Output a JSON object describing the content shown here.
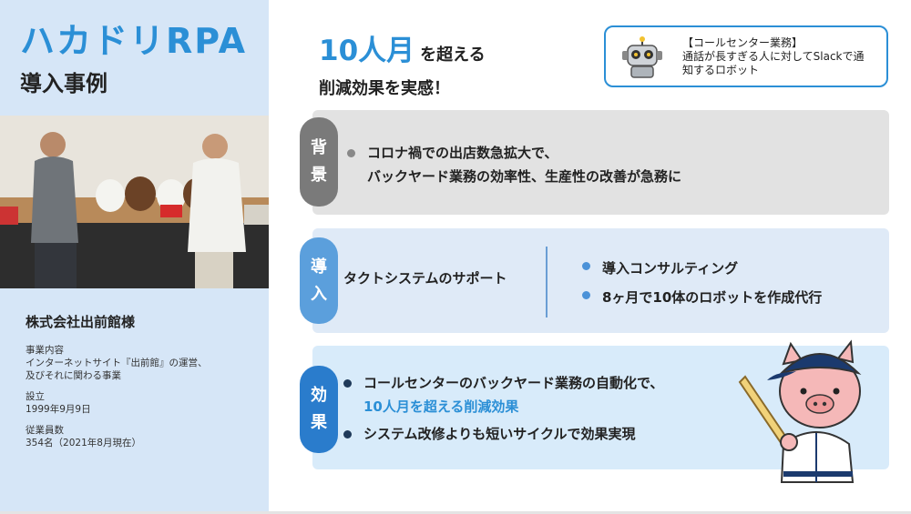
{
  "left": {
    "logo": "ハカドリRPA",
    "subtitle": "導入事例",
    "company": "株式会社出前館様",
    "business": {
      "label": "事業内容",
      "value": "インターネットサイト『出前館』の運営、\n及びそれに関わる事業"
    },
    "founded": {
      "label": "設立",
      "value": "1999年9月9日"
    },
    "employees": {
      "label": "従業員数",
      "value": "354名（2021年8月現在）"
    }
  },
  "headline": {
    "big": "10人月",
    "suffix": "を超える",
    "line2": "削減効果を実感！"
  },
  "callout": {
    "text": "【コールセンター業務】\n通話が長すぎる人に対してSlackで通\n知するロボット",
    "icon": "robot-icon"
  },
  "sections": {
    "background": {
      "tag": [
        "背",
        "景"
      ],
      "bullet_line1": "コロナ禍での出店数急拡大で、",
      "bullet_line2": "バックヤード業務の効率性、生産性の改善が急務に"
    },
    "introduction": {
      "tag": [
        "導",
        "入"
      ],
      "support": "タクトシステムのサポート",
      "bullets": [
        "導入コンサルティング",
        "8ヶ月で10体のロボットを作成代行"
      ]
    },
    "effect": {
      "tag": [
        "効",
        "果"
      ],
      "bullet1_line1": "コールセンターのバックヤード業務の自動化で、",
      "bullet1_highlight": "10人月を超える削減効果",
      "bullet2": "システム改修よりも短いサイクルで効果実現"
    }
  },
  "colors": {
    "accent": "#2b8fd6",
    "left_panel": "#d6e6f7",
    "tag_background": "#7a7a7a",
    "tag_introduction": "#5b9fdc",
    "tag_effect": "#2a7ccc"
  }
}
